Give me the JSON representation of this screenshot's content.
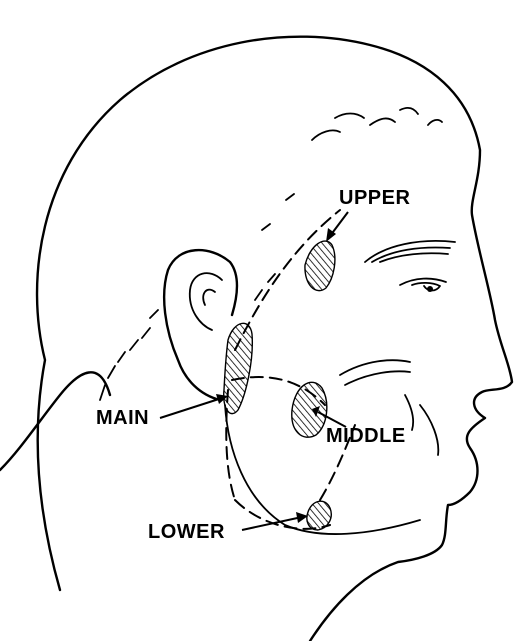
{
  "labels": {
    "upper": "UPPER",
    "main": "MAIN",
    "middle": "MIDDLE",
    "lower": "LOWER"
  },
  "colors": {
    "ink": "#000000",
    "background": "#ffffff"
  }
}
